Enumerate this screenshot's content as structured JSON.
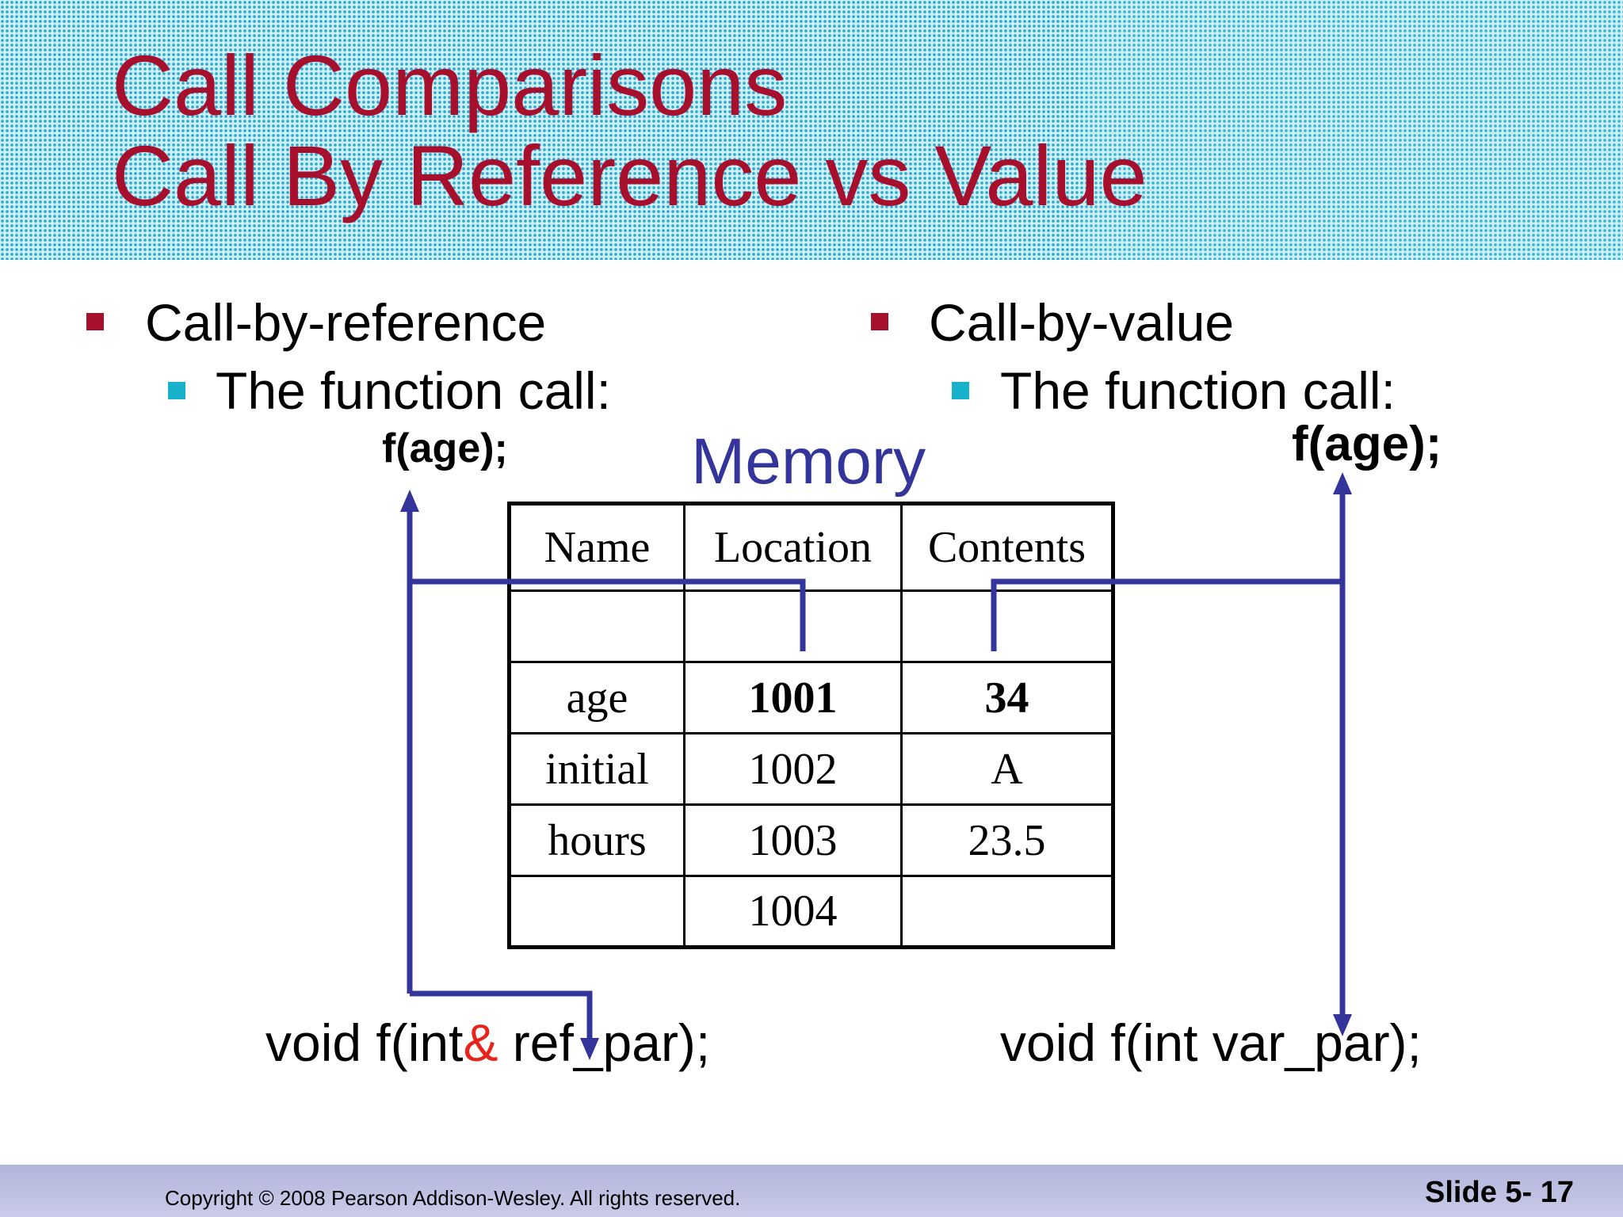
{
  "title": {
    "line1": "Call Comparisons",
    "line2": "Call By Reference vs Value"
  },
  "left": {
    "heading": "Call-by-reference",
    "sub": "The function call:",
    "call": "f(age);",
    "signature_prefix": "void f(int",
    "signature_amp": "&",
    "signature_suffix": " ref_par);"
  },
  "right": {
    "heading": "Call-by-value",
    "sub": "The function call:",
    "call": "f(age);",
    "signature": "void f(int var_par);"
  },
  "memory": {
    "label": "Memory",
    "headers": [
      "Name",
      "Location",
      "Contents"
    ],
    "rows": [
      [
        "",
        "",
        ""
      ],
      [
        "age",
        "1001",
        "34"
      ],
      [
        "initial",
        "1002",
        "A"
      ],
      [
        "hours",
        "1003",
        "23.5"
      ],
      [
        "",
        "1004",
        ""
      ]
    ]
  },
  "colors": {
    "title": "#a6102d",
    "arrow": "#33359b",
    "bullet_primary": "#a6102d",
    "bullet_secondary": "#18b1cc",
    "ampersand": "#e8241a"
  },
  "footer": {
    "copyright": "Copyright © 2008 Pearson Addison-Wesley.  All rights reserved.",
    "slide": "Slide 5- 17"
  }
}
